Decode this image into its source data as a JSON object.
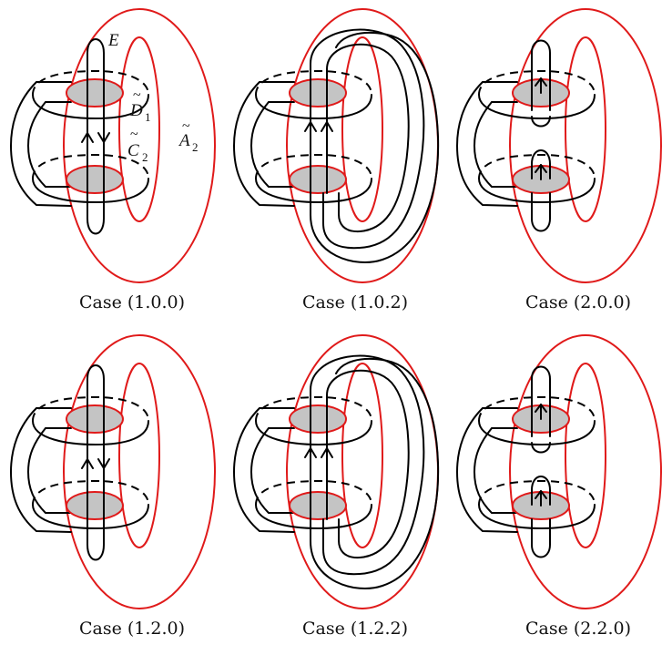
{
  "figure": {
    "labels": {
      "E": "E",
      "D1_base": "D",
      "D1_sub": "1",
      "C2_base": "C",
      "C2_sub": "2",
      "A2_base": "A",
      "A2_sub": "2",
      "tilde": "~"
    },
    "panels": [
      {
        "caption": "Case (1.0.0)",
        "variant": "twin-arrows-opposed"
      },
      {
        "caption": "Case (1.0.2)",
        "variant": "twin-arrows-up-wrapped"
      },
      {
        "caption": "Case (2.0.0)",
        "variant": "split-arcs"
      },
      {
        "caption": "Case (1.2.0)",
        "variant": "twin-arrows-opposed"
      },
      {
        "caption": "Case (1.2.2)",
        "variant": "twin-arrows-up-wrapped"
      },
      {
        "caption": "Case (2.2.0)",
        "variant": "split-arcs"
      }
    ],
    "colors": {
      "torus": "#e01a1a",
      "disk_fill": "#c4c4c4",
      "curve": "#000000"
    }
  }
}
